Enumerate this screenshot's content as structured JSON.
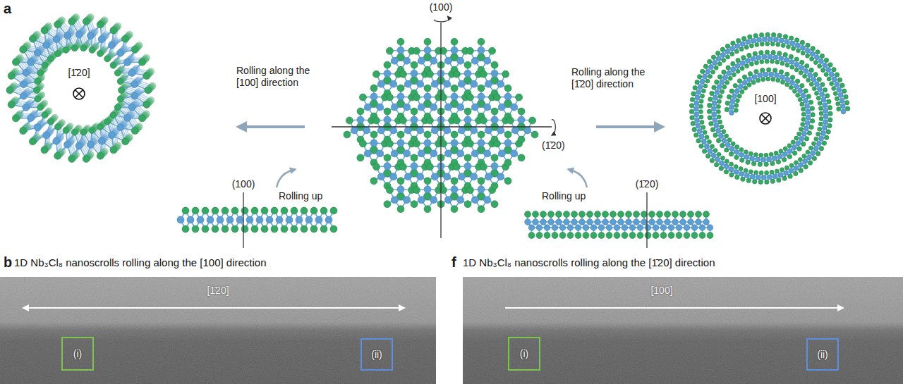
{
  "diagram": {
    "nodes": [
      {
        "text": [
          "1D Nb₃Cl₈ nanoscrolls rolling along the [100] direction",
          "[1̄20]"
        ]
      },
      {
        "text": [
          "(i)"
        ],
        "in": 0
      },
      {
        "text": [
          "(ii)"
        ],
        "in": 0
      },
      {
        "text": [
          "1D Nb₃Cl₈ nanoscrolls rolling along the [1̄20] direction",
          "[100]"
        ]
      },
      {
        "text": [
          "(i)"
        ],
        "in": 3
      },
      {
        "text": [
          "(ii)"
        ],
        "in": 3
      }
    ],
    "labels": [
      "a",
      "(100)",
      "Rolling along the [100] direction",
      "[1̄20]",
      "(1̄20)",
      "Rolling along the [1̄20] direction",
      "[100]",
      "(100)",
      "Rolling up",
      "(1̄20)",
      "Rolling up",
      "b",
      "f"
    ]
  }
}
